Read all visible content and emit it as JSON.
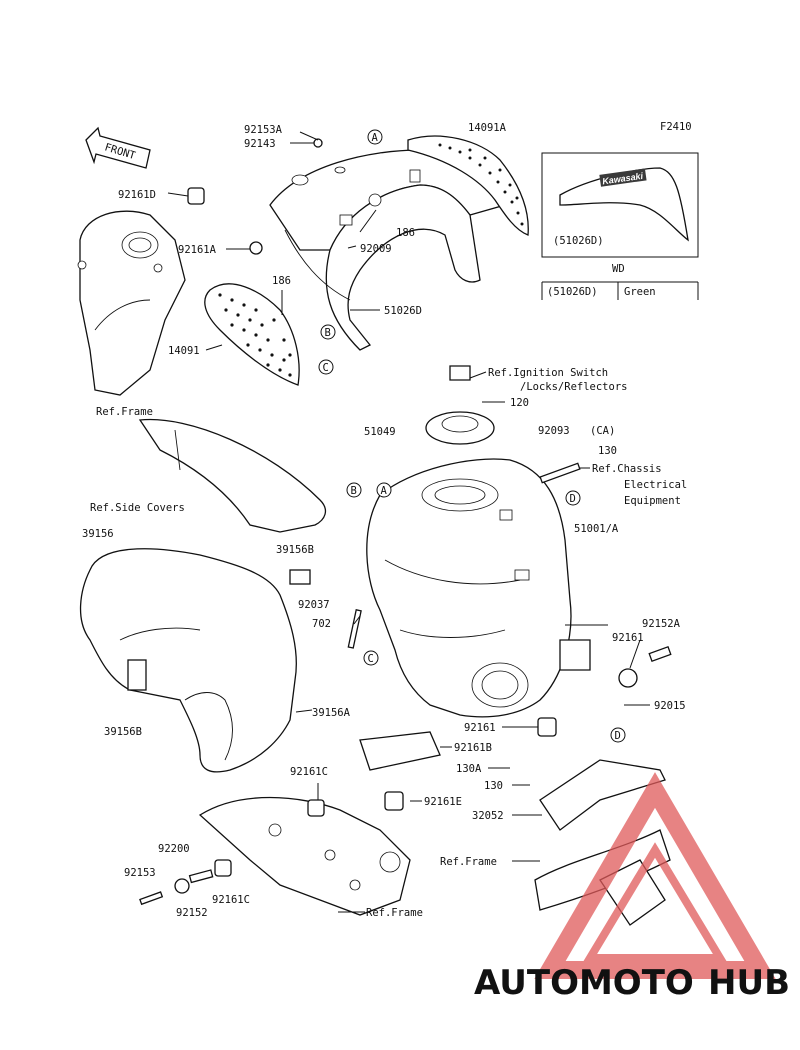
{
  "diagram_code": "F2410",
  "front_label": "FRONT",
  "callouts": {
    "c_92153A": "92153A",
    "c_92143": "92143",
    "c_14091A": "14091A",
    "c_92161D": "92161D",
    "c_186_top": "186",
    "c_92161A": "92161A",
    "c_92009": "92009",
    "c_186_mid": "186",
    "c_51026D": "51026D",
    "c_14091": "14091",
    "c_ref_frame_top": "Ref.Frame",
    "c_ref_ign_1": "Ref.Ignition Switch",
    "c_ref_ign_2": "/Locks/Reflectors",
    "c_120": "120",
    "c_51049": "51049",
    "c_92093": "92093",
    "c_92093_ca": "(CA)",
    "c_130_top": "130",
    "c_ref_chassis_1": "Ref.Chassis",
    "c_ref_chassis_2": "Electrical",
    "c_ref_chassis_3": "Equipment",
    "c_ref_side_covers": "Ref.Side Covers",
    "c_51001A": "51001/A",
    "c_39156": "39156",
    "c_39156B_top": "39156B",
    "c_92037": "92037",
    "c_702": "702",
    "c_92152A": "92152A",
    "c_92161_right": "92161",
    "c_39156B_left": "39156B",
    "c_39156A": "39156A",
    "c_92015": "92015",
    "c_92161_mid": "92161",
    "c_92161B": "92161B",
    "c_92161C_top": "92161C",
    "c_130A": "130A",
    "c_130_bot": "130",
    "c_92161E": "92161E",
    "c_32052": "32052",
    "c_92200": "92200",
    "c_ref_frame_right": "Ref.Frame",
    "c_92153": "92153",
    "c_92161C_bot": "92161C",
    "c_92152": "92152",
    "c_ref_frame_bot": "Ref.Frame"
  },
  "markers": {
    "A": "A",
    "B": "B",
    "C": "C",
    "D": "D"
  },
  "inset": {
    "part_ref": "(51026D)",
    "logo_text": "Kawasaki"
  },
  "wd_table": {
    "header": "WD",
    "part": "(51026D)",
    "color": "Green"
  },
  "watermark": {
    "part1": "AUTOMOTO",
    "part2": "HUB",
    "color1": "#f2a93b",
    "color2": "#4d4d4d",
    "triangle_color": "#e05a5a"
  }
}
